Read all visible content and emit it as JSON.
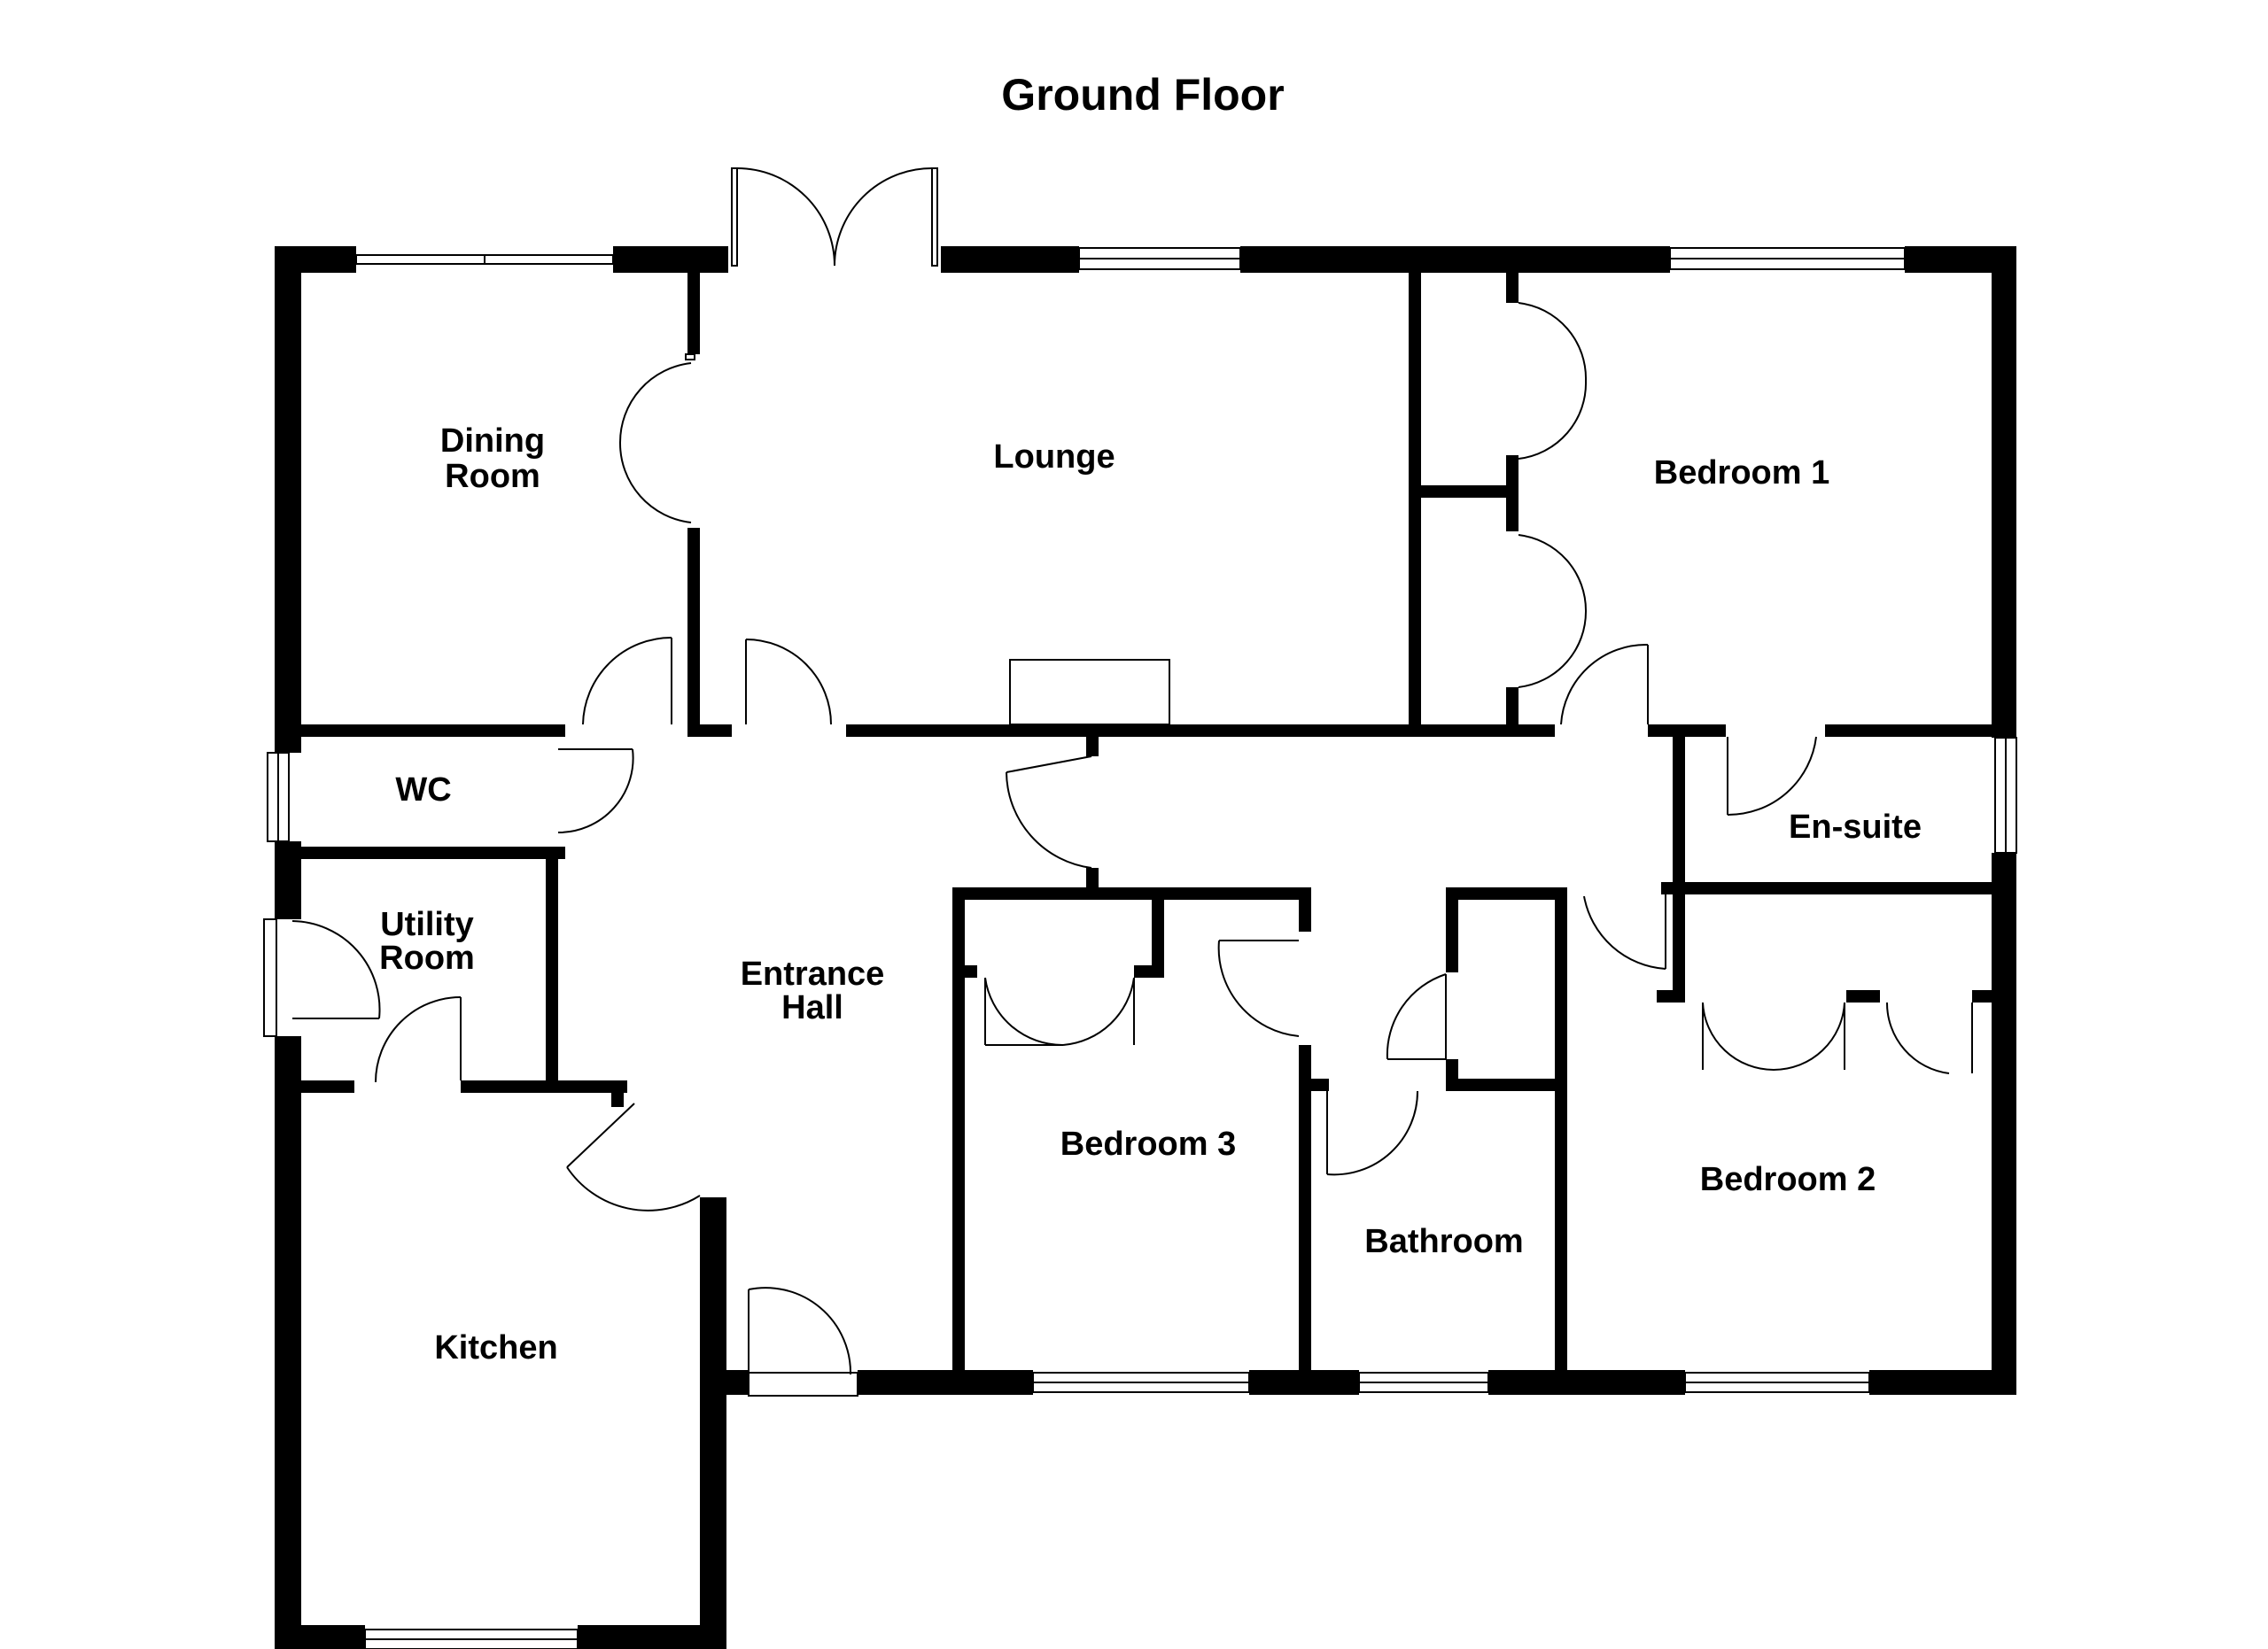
{
  "title": "Ground Floor",
  "rooms": {
    "dining": [
      "Dining",
      "Room"
    ],
    "lounge": "Lounge",
    "bedroom1": "Bedroom 1",
    "wc": "WC",
    "ensuite": "En-suite",
    "utility": [
      "Utility",
      "Room"
    ],
    "entrance": [
      "Entrance",
      "Hall"
    ],
    "bedroom3": "Bedroom 3",
    "bedroom2": "Bedroom 2",
    "bathroom": "Bathroom",
    "kitchen": "Kitchen"
  }
}
